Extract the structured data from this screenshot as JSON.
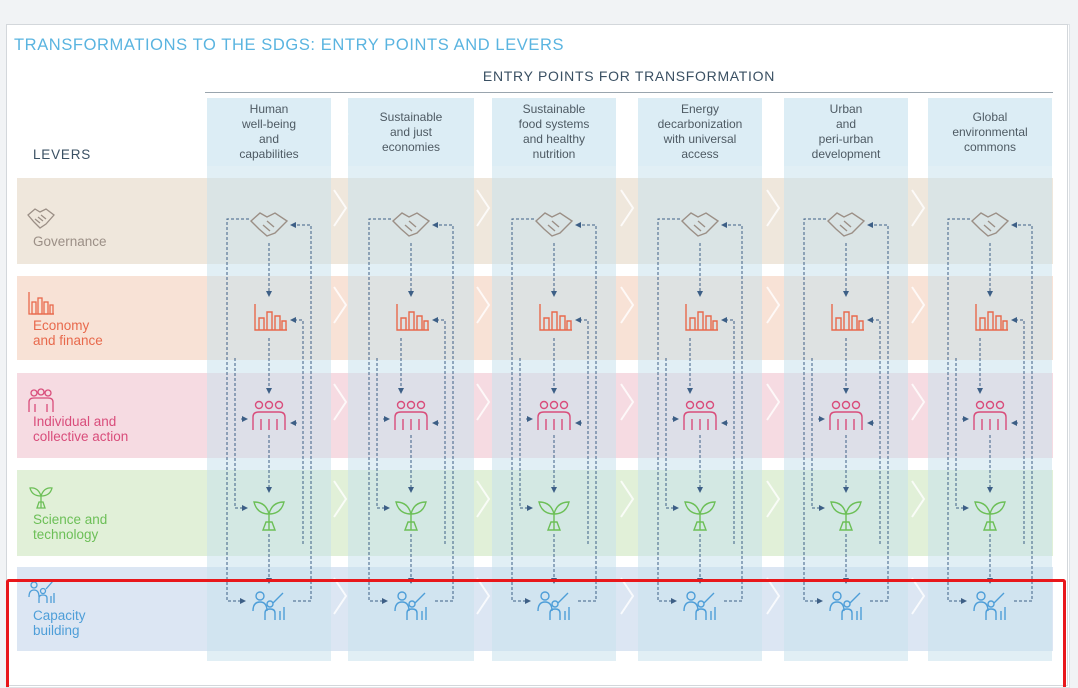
{
  "title": "TRANSFORMATIONS TO THE SDGS: ENTRY POINTS AND LEVERS",
  "entry_points_heading": "ENTRY POINTS FOR TRANSFORMATION",
  "levers_heading": "LEVERS",
  "entry_points": [
    "Human\nwell-being\nand\ncapabilities",
    "Sustainable\nand just\neconomies",
    "Sustainable\nfood systems\nand healthy\nnutrition",
    "Energy\ndecarbonization\nwith universal\naccess",
    "Urban\nand\nperi-urban\ndevelopment",
    "Global\nenvironmental\ncommons"
  ],
  "levers": [
    {
      "label": "Governance",
      "icon": "handshake-icon",
      "text_color": "#9b8f86",
      "band_color": "#efe7dc"
    },
    {
      "label": "Economy\nand finance",
      "icon": "bar-chart-icon",
      "text_color": "#e8694c",
      "band_color": "#f8e2d6"
    },
    {
      "label": "Individual and\ncollective action",
      "icon": "people-group-icon",
      "text_color": "#d94d7b",
      "band_color": "#f6dbe2"
    },
    {
      "label": "Science and\ntechnology",
      "icon": "plant-flask-icon",
      "text_color": "#6cbf57",
      "band_color": "#e1f0d8"
    },
    {
      "label": "Capacity\nbuilding",
      "icon": "teacher-icon",
      "text_color": "#4e9ed8",
      "band_color": "#dce6f3"
    }
  ],
  "colors": {
    "title": "#5ab4e0",
    "column_bg": "#c9e1ec",
    "arrow": "#3d5f86",
    "highlight": "#e8171b"
  }
}
